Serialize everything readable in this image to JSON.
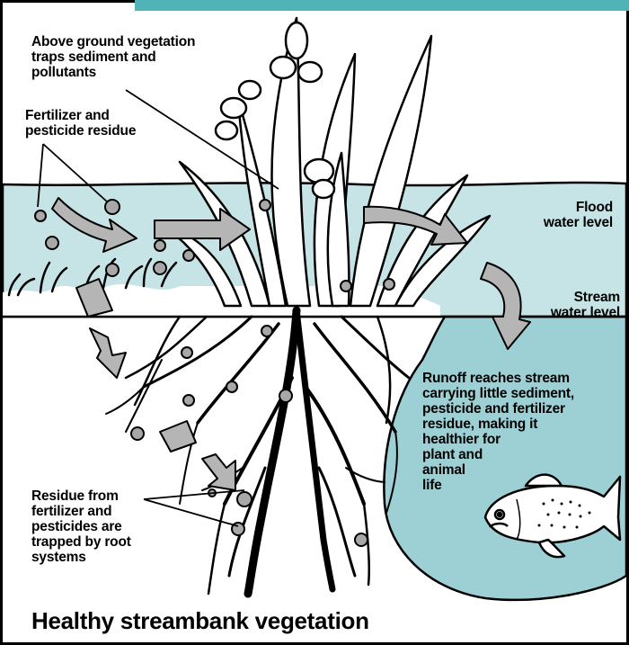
{
  "colors": {
    "header_band": "#4fb3b8",
    "flood_water": "#c6e4e6",
    "stream_water": "#9dd0d4",
    "arrow_fill": "#b5b5b5",
    "pebble_fill": "#a8a8a8",
    "outline": "#000000"
  },
  "labels": {
    "above_ground": "Above ground vegetation\ntraps sediment and\npollutants",
    "fertilizer": "Fertilizer and\npesticide residue",
    "flood": "Flood\nwater level",
    "stream": "Stream\nwater level",
    "runoff": "Runoff reaches stream\ncarrying little sediment,\npesticide and fertilizer\nresidue, making it\nhealthier for\nplant and\nanimal\nlife",
    "residue": "Residue from\nfertilizer and\npesticides are\ntrapped by root\nsystems"
  },
  "caption": "Healthy streambank vegetation",
  "icons": [
    "plant-icon",
    "roots-icon",
    "fish-icon",
    "flow-arrow-icon",
    "pebble-icon"
  ]
}
